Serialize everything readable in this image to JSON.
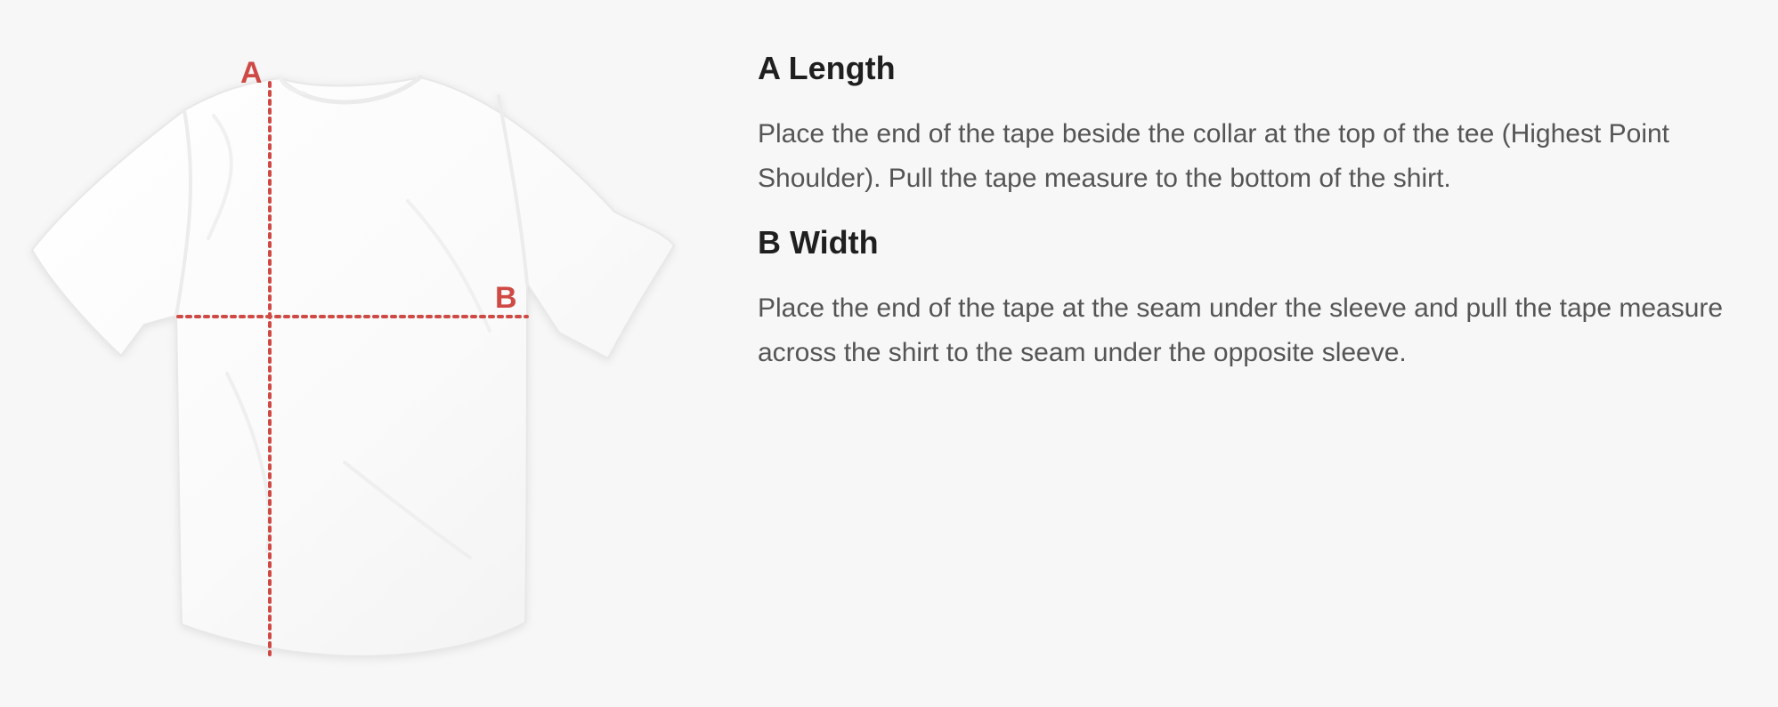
{
  "diagram": {
    "marker_a": "A",
    "marker_b": "B",
    "guide_color": "#cf4a45",
    "shirt_color": "#fbfbfb",
    "shirt_shadow": "#e3e3e3"
  },
  "sections": [
    {
      "title": "A Length",
      "body": "Place the end of the tape beside the collar at the top of the tee (Highest Point Shoulder). Pull the tape measure to the bottom of the shirt."
    },
    {
      "title": "B Width",
      "body": "Place the end of the tape at the seam under the sleeve and pull the tape measure across the shirt to the seam under the opposite sleeve."
    }
  ]
}
